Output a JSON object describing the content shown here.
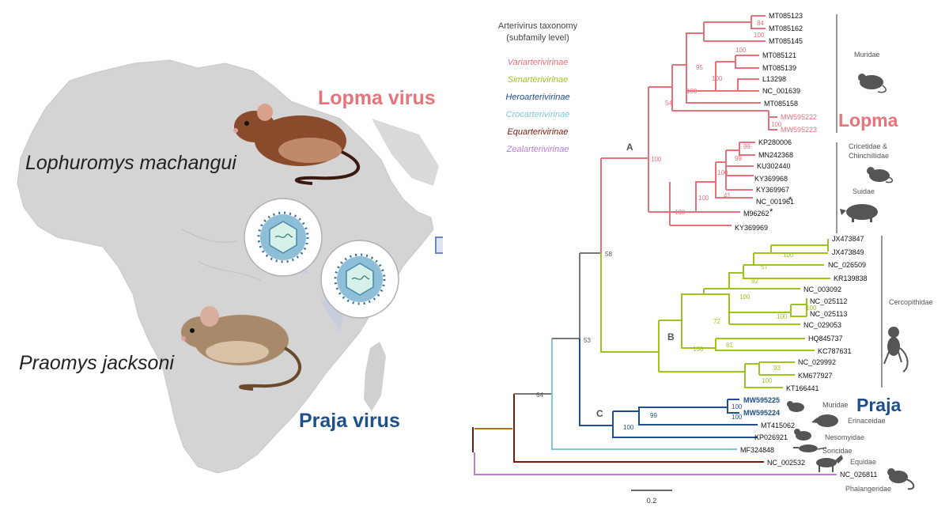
{
  "map": {
    "host1": "Lophuromys machangui",
    "host2": "Praomys jacksoni",
    "virus1": "Lopma virus",
    "virus2": "Praja virus"
  },
  "colors": {
    "variarteri": "#e8707a",
    "simarteri": "#9dc31d",
    "heroarteri": "#1d4f8c",
    "crocarteri": "#7fc9cf",
    "equarteri": "#7a1a0a",
    "zealarteri": "#b77ed6",
    "lopma": "#e8737b",
    "praja": "#1d4f8c",
    "numbers_pink": "#e8707a",
    "numbers_green": "#9dc31d",
    "numbers_blue": "#1d4f8c"
  },
  "legend": {
    "title_line1": "Arterivirus taxonomy",
    "title_line2": "(subfamily level)",
    "items": [
      {
        "label": "Variarterivirinae",
        "color": "#e8707a"
      },
      {
        "label": "Simarterivirinae",
        "color": "#9dc31d"
      },
      {
        "label": "Heroarterivirinae",
        "color": "#1d4f8c"
      },
      {
        "label": "Crocarterivirinae",
        "color": "#7fc9cf"
      },
      {
        "label": "Equarterivirinae",
        "color": "#7a1a0a"
      },
      {
        "label": "Zealarterivirinae",
        "color": "#b77ed6"
      }
    ]
  },
  "clades": {
    "a": "A",
    "b": "B",
    "c": "C"
  },
  "big_labels": {
    "lopma": "Lopma",
    "praja": "Praja"
  },
  "host_labels": {
    "muridae_top": "Muridae",
    "cricetidae_1": "Cricetidae &",
    "cricetidae_2": "Chinchillidae",
    "suidae": "Suidae",
    "cercopithidae": "Cercopithidae",
    "muridae_praja": "Muridae",
    "erinaceidae": "Erinaceidae",
    "nesomyidae": "Nesomyidae",
    "soricidae": "Soricidae",
    "equidae": "Equidae",
    "phalangeridae": "Phalangeridae"
  },
  "tips": {
    "t1": "MT085123",
    "t2": "MT085162",
    "t3": "MT085145",
    "t4": "MT085121",
    "t5": "MT085139",
    "t6": "L13298",
    "t7": "NC_001639",
    "t8": "MT085158",
    "t9": "MW595222",
    "t10": "MW595223",
    "t11": "KP280006",
    "t12": "MN242368",
    "t13": "KU302440",
    "t14": "KY369968",
    "t15": "KY369967",
    "t16": "NC_001961",
    "t17": "M96262",
    "t18": "KY369969",
    "t19": "JX473847",
    "t20": "JX473849",
    "t21": "NC_026509",
    "t22": "KR139838",
    "t23": "NC_003092",
    "t24": "NC_025112",
    "t25": "NC_025113",
    "t26": "NC_029053",
    "t27": "HQ845737",
    "t28": "KC787631",
    "t29": "NC_029992",
    "t30": "KM677927",
    "t31": "KT166441",
    "t32": "MW595225",
    "t33": "MW595224",
    "t34": "MT415062",
    "t35": "KP026921",
    "t36": "MF324848",
    "t37": "NC_002532",
    "t38": "NC_026811"
  },
  "asterisk": "*",
  "support": {
    "s84": "84",
    "s100a": "100",
    "s100b": "100",
    "s95": "95",
    "s100c": "100",
    "s54": "54",
    "s100d": "100",
    "s100e": "100",
    "s99a": "99",
    "s99b": "99",
    "s100f": "100",
    "s41": "41",
    "s100g": "100",
    "s100h": "100",
    "s100i": "100",
    "s57": "57",
    "s92": "92",
    "s100j": "100",
    "s100k": "100",
    "s72": "72",
    "s100l": "100",
    "s61": "61",
    "s93": "93",
    "s100m": "100",
    "s100n": "100",
    "s58": "58",
    "s53": "53",
    "s64": "64",
    "s100o": "100",
    "s99c": "99",
    "s100p": "100"
  },
  "scale": {
    "label": "0.2"
  }
}
